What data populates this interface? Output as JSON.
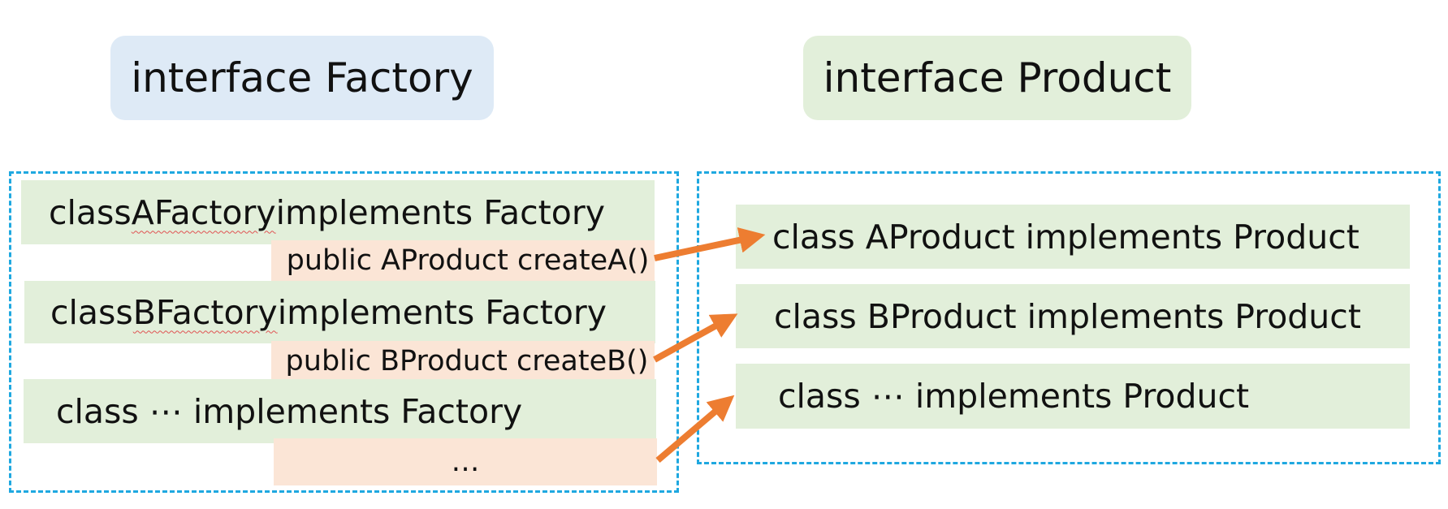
{
  "interfaces": {
    "factory": "interface Factory",
    "product": "interface Product"
  },
  "factories": [
    {
      "prefix": "class ",
      "name": "AFactory",
      "suffix": " implements Factory",
      "method": "public AProduct createA()"
    },
    {
      "prefix": "class ",
      "name": "BFactory",
      "suffix": " implements Factory",
      "method": "public BProduct createB()"
    },
    {
      "prefix": "",
      "name": "",
      "suffix": "class ⋯ implements Factory",
      "method": "…"
    }
  ],
  "products": [
    "class AProduct implements Product",
    "class BProduct implements Product",
    "class ⋯ implements Product"
  ],
  "colors": {
    "interface_factory_bg": "#deeaf6",
    "class_bg": "#e2efda",
    "method_bg": "#fbe5d6",
    "group_border": "#1fa8e0",
    "arrow": "#ed7d31"
  }
}
